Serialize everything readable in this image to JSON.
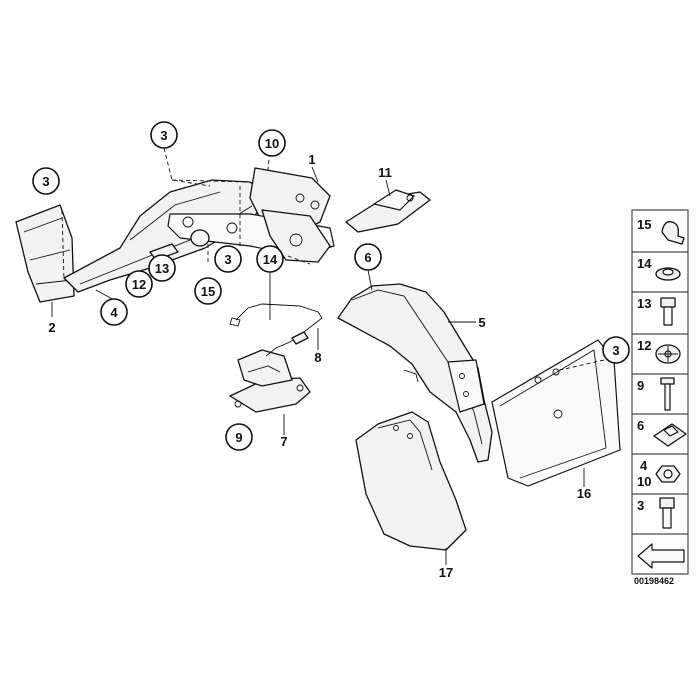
{
  "diagram_code": "00198462",
  "callouts": {
    "c3_top": "3",
    "c10": "10",
    "c3_left": "3",
    "c4": "4",
    "c12": "12",
    "c13": "13",
    "c3_mid": "3",
    "c15": "15",
    "c14": "14",
    "c6": "6",
    "c3_right": "3",
    "c9": "9"
  },
  "labels": {
    "l1": "1",
    "l2": "2",
    "l5": "5",
    "l7": "7",
    "l8": "8",
    "l11": "11",
    "l16": "16",
    "l17": "17"
  },
  "legend": [
    {
      "num": "15",
      "icon": "cable-clip-icon"
    },
    {
      "num": "14",
      "icon": "grommet-icon"
    },
    {
      "num": "13",
      "icon": "bolt-icon"
    },
    {
      "num": "12",
      "icon": "speed-nut-icon"
    },
    {
      "num": "9",
      "icon": "long-screw-icon"
    },
    {
      "num": "6",
      "icon": "clip-nut-icon"
    },
    {
      "num": "4",
      "num2": "10",
      "icon": "hex-nut-icon"
    },
    {
      "num": "3",
      "icon": "screw-icon"
    },
    {
      "num": "",
      "icon": "arrow-icon"
    }
  ]
}
